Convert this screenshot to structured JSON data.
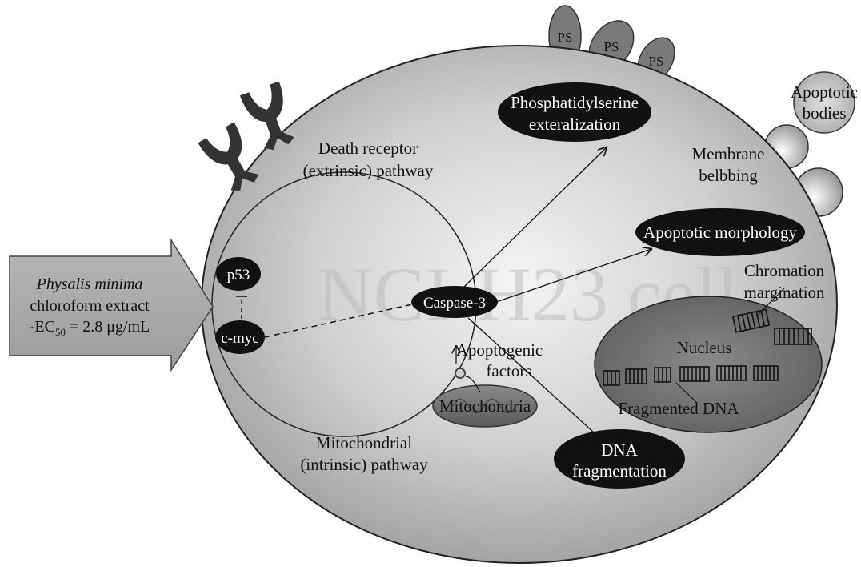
{
  "cell_label": "NCI-H23 cell",
  "treatment": {
    "name": "Physalis minima",
    "line2": "chloroform extract",
    "ec50_prefix": "-EC",
    "ec50_sub": "50",
    "ec50_value": " = 2.8 μg/mL"
  },
  "pathways": {
    "death_receptor_line1": "Death receptor",
    "death_receptor_line2": "(extrinsic) pathway",
    "mitochondrial_line1": "Mitochondrial",
    "mitochondrial_line2": "(intrinsic) pathway"
  },
  "nodes": {
    "p53": "p53",
    "cmyc": "c-myc",
    "caspase3": "Caspase-3",
    "mitochondria": "Mitochondria",
    "apoptogenic_line1": "Apoptogenic",
    "apoptogenic_line2": "factors"
  },
  "outcomes": {
    "ps_ext_line1": "Phosphatidylserine",
    "ps_ext_line2": "exteralization",
    "apoptotic_morphology": "Apoptotic morphology",
    "dna_frag_line1": "DNA",
    "dna_frag_line2": "fragmentation"
  },
  "surface": {
    "ps1": "PS",
    "ps2": "PS",
    "ps3": "PS",
    "apoptotic_bodies_line1": "Apoptotic",
    "apoptotic_bodies_line2": "bodies",
    "membrane_line1": "Membrane",
    "membrane_line2": "belbbing"
  },
  "nucleus": {
    "label": "Nucleus",
    "chromation_line1": "Chromation",
    "chromation_line2": "margination",
    "fragmented_dna": "Fragmented DNA"
  },
  "colors": {
    "cell_fill_outer": "#8f8f8f",
    "cell_fill_inner": "#f4f4f4",
    "node_fill": "#111111",
    "nucleus_fill": "#6e6e6e",
    "ps_fill": "#7a7a7a",
    "box_fill": "#a8a8a8"
  }
}
